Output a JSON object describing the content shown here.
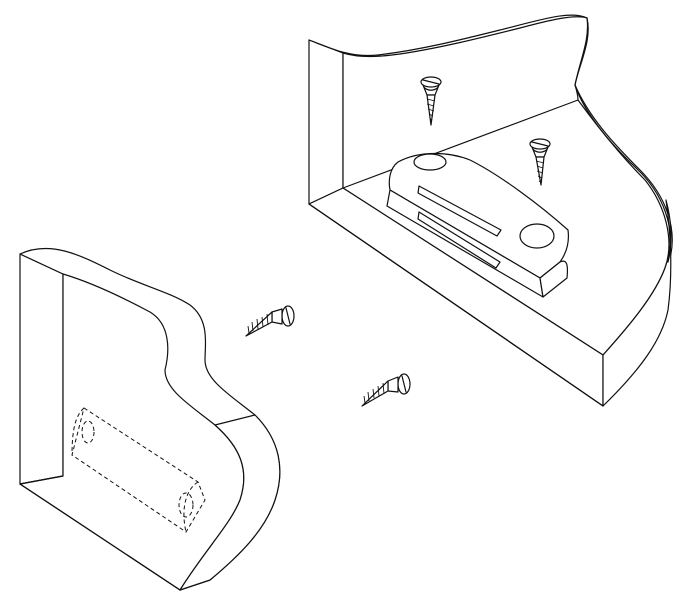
{
  "diagram": {
    "type": "exploded-assembly-illustration",
    "colors": {
      "stroke": "#111111",
      "background": "#ffffff",
      "shade": "#e9e9e9"
    },
    "parts": [
      {
        "name": "frame-section",
        "icon": "wood-panel"
      },
      {
        "name": "magnet-body",
        "icon": "magnet-contact"
      },
      {
        "name": "door-section",
        "icon": "wood-panel"
      },
      {
        "name": "hidden-magnet-outline",
        "icon": "dashed-cylinder"
      },
      {
        "name": "screw",
        "icon": "screw-icon",
        "count": 4
      }
    ]
  }
}
